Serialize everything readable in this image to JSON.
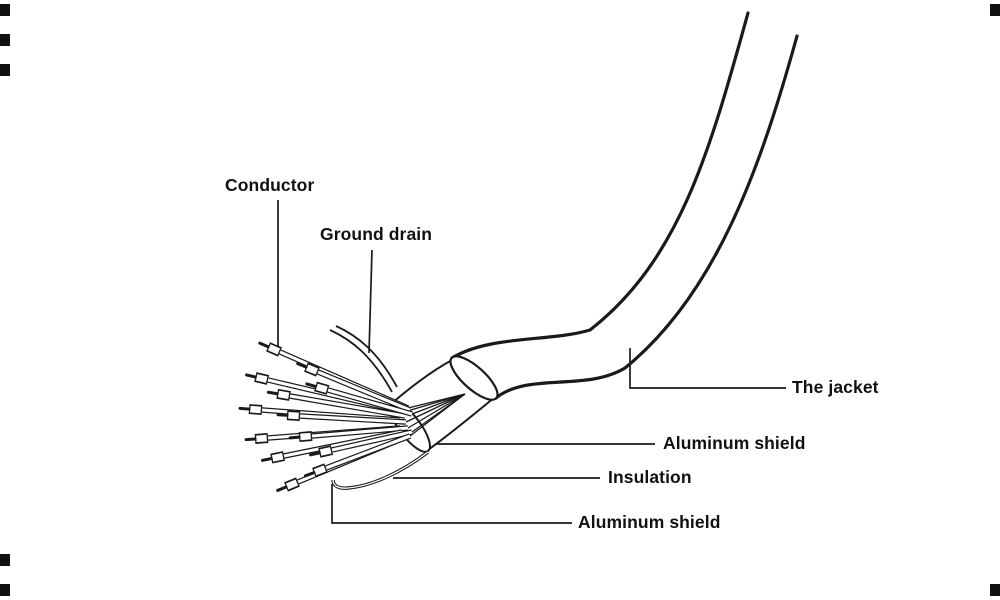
{
  "page": {
    "background": "#ffffff",
    "line_color": "#1a1a1a"
  },
  "diagram": {
    "subject": "coaxial-cable-cutaway",
    "labels": {
      "conductor": "Conductor",
      "ground_drain": "Ground drain",
      "the_jacket": "The jacket",
      "aluminum_shield_outer": "Aluminum shield",
      "insulation": "Insulation",
      "aluminum_shield_inner": "Aluminum shield"
    }
  }
}
